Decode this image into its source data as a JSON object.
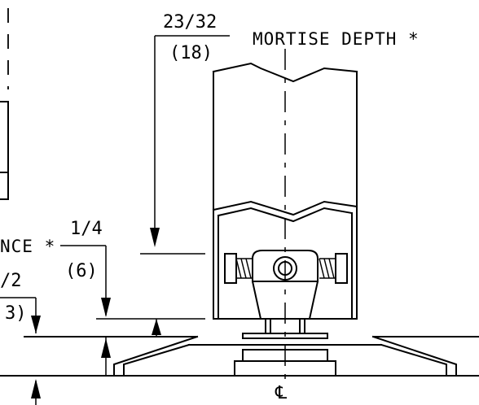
{
  "dimensions": {
    "mortise_depth": {
      "fraction": "23/32",
      "metric": "(18)",
      "label": "MORTISE DEPTH *"
    },
    "clearance": {
      "label_fragment": "NCE *",
      "fraction": "1/4",
      "metric": "(6)"
    },
    "lower": {
      "fraction_fragment": "/2",
      "metric_fragment": "3)"
    }
  },
  "centerline_symbol": "℄"
}
